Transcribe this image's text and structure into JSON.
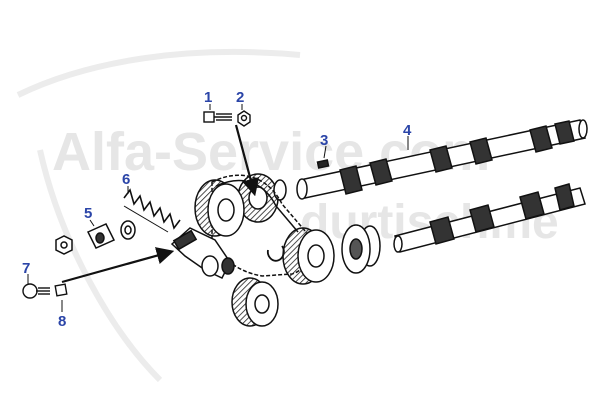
{
  "watermark": {
    "line1": "Alfa-Service.com",
    "line2": "durtischme"
  },
  "callouts": [
    {
      "id": "1",
      "part": "bolt"
    },
    {
      "id": "2",
      "part": "nut"
    },
    {
      "id": "3",
      "part": "woodruff-key"
    },
    {
      "id": "4",
      "part": "camshaft"
    },
    {
      "id": "5",
      "part": "chain-tensioner-bracket"
    },
    {
      "id": "6",
      "part": "tensioner-spring"
    },
    {
      "id": "7",
      "part": "screw"
    },
    {
      "id": "8",
      "part": "washer"
    }
  ],
  "colors": {
    "callout": "#2b45a8",
    "line": "#111111",
    "watermark": "#e6e6e6"
  }
}
